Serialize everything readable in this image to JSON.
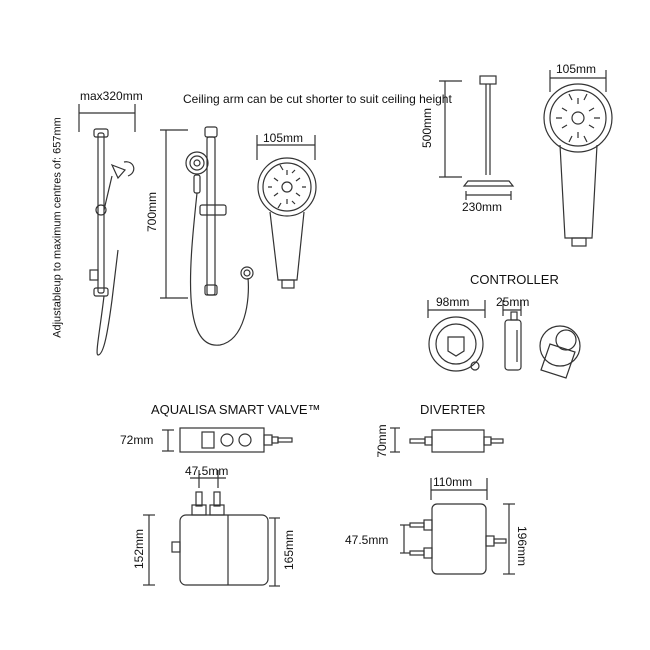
{
  "notes": {
    "ceiling_arm": "Ceiling arm can be cut shorter to suit ceiling height",
    "adjustable": "Adjustableup to maximum centres of: 657mm"
  },
  "dimensions": {
    "rail_width": "max320mm",
    "rail_height": "700mm",
    "handset_width_small": "105mm",
    "ceiling_arm_length": "500mm",
    "ceiling_head_width": "230mm",
    "handset_width_large": "105mm",
    "controller_diameter": "98mm",
    "controller_depth": "25mm",
    "valve_height": "72mm",
    "valve_spacing": "47.5mm",
    "valve_left_height": "152mm",
    "valve_right_height": "165mm",
    "diverter_height": "70mm",
    "diverter_width": "110mm",
    "diverter_spacing": "47.5mm",
    "diverter_side_height": "196mm"
  },
  "titles": {
    "controller": "CONTROLLER",
    "valve": "AQUALISA SMART VALVE™",
    "diverter": "DIVERTER"
  }
}
